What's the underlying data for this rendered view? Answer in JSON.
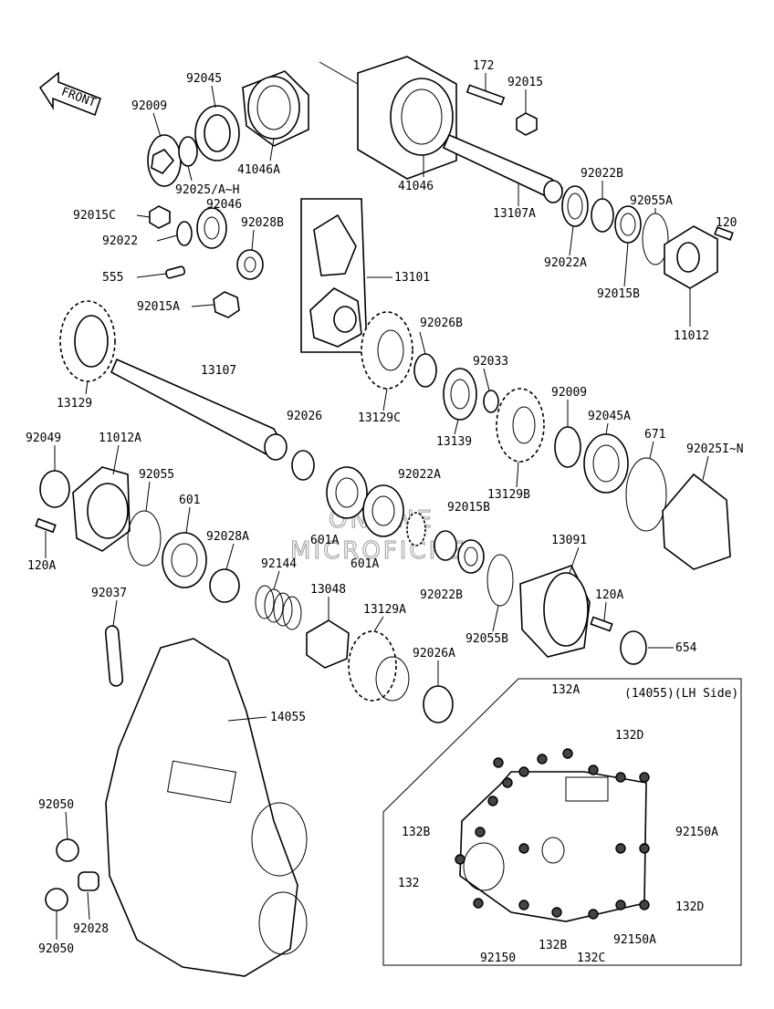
{
  "front_arrow": "FRONT",
  "watermark": [
    "ONLINE",
    "MICROFICHE"
  ],
  "inset_title": "(14055)(LH Side)",
  "labels": {
    "p92045": "92045",
    "p92009": "92009",
    "p41046A": "41046A",
    "p92025AH": "92025/A~H",
    "p172": "172",
    "p92015": "92015",
    "p41046": "41046",
    "p13107A": "13107A",
    "p92022B_top": "92022B",
    "p92055A": "92055A",
    "p120": "120",
    "p92022A_top": "92022A",
    "p92015B_top": "92015B",
    "p11012": "11012",
    "p92015C": "92015C",
    "p92046": "92046",
    "p92028B": "92028B",
    "p92022": "92022",
    "p555": "555",
    "p13101": "13101",
    "p92015A": "92015A",
    "p92026B": "92026B",
    "p13107": "13107",
    "p92033": "92033",
    "p13129": "13129",
    "p13129C": "13129C",
    "p13139": "13139",
    "p92009b": "92009",
    "p92045A": "92045A",
    "p671": "671",
    "p92026": "92026",
    "p13129B": "13129B",
    "p92025IN": "92025I~N",
    "p92049": "92049",
    "p11012A": "11012A",
    "p92055": "92055",
    "p92022A_mid": "92022A",
    "p601": "601",
    "p92015B_mid": "92015B",
    "p120A_left": "120A",
    "p601A_a": "601A",
    "p601A_b": "601A",
    "p92028A": "92028A",
    "p13091": "13091",
    "p92144": "92144",
    "p92022B_mid": "92022B",
    "p120A_right": "120A",
    "p92037": "92037",
    "p13048": "13048",
    "p92055B": "92055B",
    "p654": "654",
    "p13129A": "13129A",
    "p92026A": "92026A",
    "p14055": "14055",
    "p92050_top": "92050",
    "p92028": "92028",
    "p92050_bot": "92050",
    "i132A": "132A",
    "i132D_top": "132D",
    "i132B_left": "132B",
    "i92150A_right": "92150A",
    "i132": "132",
    "i132D_bot": "132D",
    "i92150": "92150",
    "i132B_bot": "132B",
    "i132C": "132C",
    "i92150A_bot": "92150A"
  }
}
